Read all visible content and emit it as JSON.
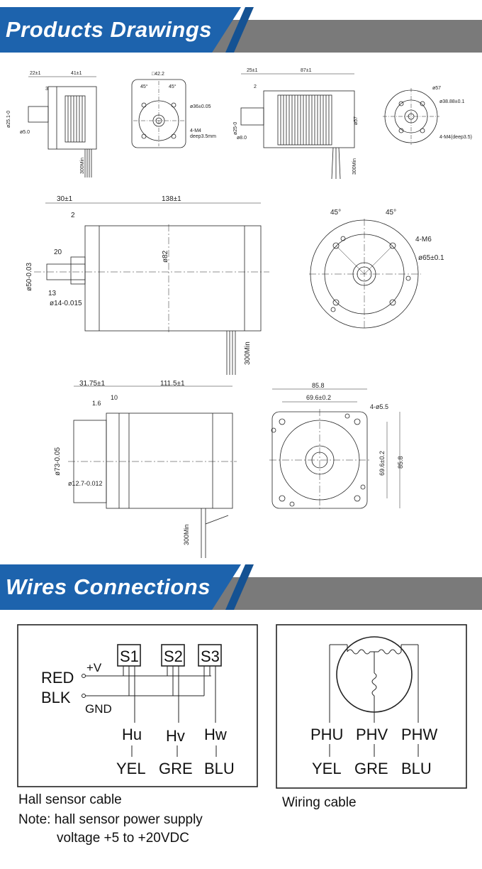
{
  "sections": {
    "drawings_title": "Products Drawings",
    "wires_title": "Wires Connections"
  },
  "motor1": {
    "d_22": "22±1",
    "d_41": "41±1",
    "d_3": "3",
    "d_shaft": "ø25.1-0",
    "d_key": "ø5.0",
    "d_300": "300Min",
    "f_sq": "□42.2",
    "f_45a": "45°",
    "f_45b": "45°",
    "f_pcd": "ø36±0.05",
    "f_holes": "4-M4",
    "f_deep": "deep3.5mm"
  },
  "motor2": {
    "d_25": "25±1",
    "d_87": "87±1",
    "d_2": "2",
    "d_shaft": "ø25-0",
    "d_key": "ø8.0",
    "d_57": "ø57",
    "d_300": "300Min",
    "f_57": "ø57",
    "f_pcd": "ø38.88±0.1",
    "f_holes": "4-M4(deep3.5)"
  },
  "motor3": {
    "d_30": "30±1",
    "d_138": "138±1",
    "d_2": "2",
    "d_20": "20",
    "d_13": "13",
    "d_50": "ø50-0.03",
    "d_14": "ø14-0.015",
    "d_82": "ø82",
    "d_300": "300Min",
    "f_45a": "45°",
    "f_45b": "45°",
    "f_holes": "4-M6",
    "f_pcd": "ø65±0.1"
  },
  "motor4": {
    "d_3175": "31.75±1",
    "d_1115": "111.5±1",
    "d_10": "10",
    "d_16": "1.6",
    "d_73": "ø73-0.05",
    "d_127": "ø12.7-0.012",
    "d_300": "300Min",
    "f_858": "85.8",
    "f_696": "69.6±0.2",
    "f_holes": "4-ø5.5",
    "f_696v": "69.6±0.2",
    "f_858v": "85.8"
  },
  "hall": {
    "s1": "S1",
    "s2": "S2",
    "s3": "S3",
    "v_plus": "+V",
    "gnd": "GND",
    "red": "RED",
    "blk": "BLK",
    "hu": "Hu",
    "hv": "Hv",
    "hw": "Hw",
    "yel": "YEL",
    "gre": "GRE",
    "blu": "BLU",
    "caption1": "Hall sensor cable",
    "caption2": "Note: hall sensor power supply",
    "caption3": "voltage +5 to +20VDC"
  },
  "phase": {
    "phu": "PHU",
    "phv": "PHV",
    "phw": "PHW",
    "yel": "YEL",
    "gre": "GRE",
    "blu": "BLU",
    "caption": "Wiring cable"
  },
  "colors": {
    "banner_blue": "#1d63ad",
    "banner_grey": "#7a7a7a",
    "line": "#222222"
  }
}
